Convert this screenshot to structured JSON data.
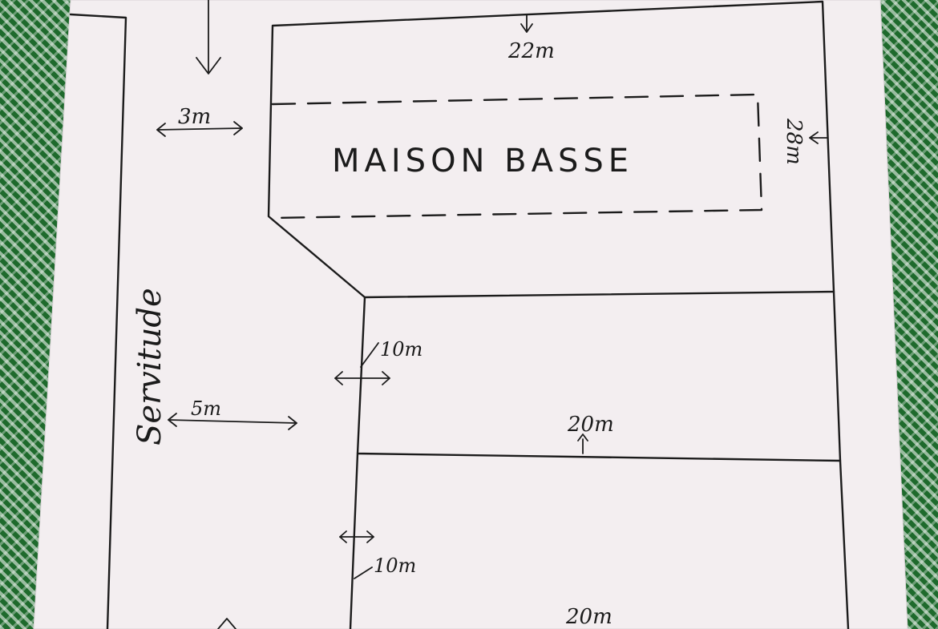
{
  "labels": {
    "house": "MAISON BASSE",
    "servitude": "Servitude",
    "dim_top": "22m",
    "dim_right": "28m",
    "dim_servitude_top": "3m",
    "dim_servitude_mid": "5m",
    "dim_lot2_left": "10m",
    "dim_lot2_width": "20m",
    "dim_lot3_left": "10m",
    "dim_lot3_width": "20m"
  }
}
